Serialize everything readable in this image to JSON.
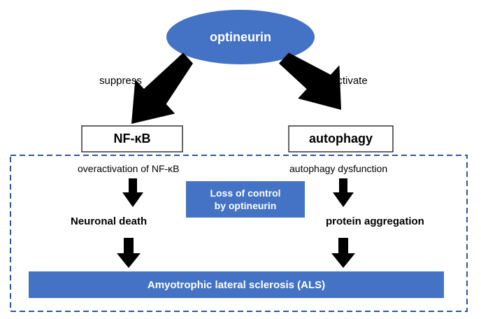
{
  "colors": {
    "accent_blue": "#4472c4",
    "dashed_border": "#2f5597",
    "arrow": "#000000",
    "box_border": "#000000"
  },
  "nodes": {
    "optineurin": "optineurin",
    "nfkb": "NF-κB",
    "autophagy": "autophagy",
    "loss_of_control": [
      "Loss of control",
      "by optineurin"
    ],
    "neuronal_death": "Neuronal death",
    "protein_aggregation": "protein aggregation",
    "als": "Amyotrophic lateral sclerosis (ALS)"
  },
  "edges": {
    "suppress": "suppress",
    "activate": "activate",
    "overactivation": "overactivation of NF-κB",
    "autophagy_dysfunction": "autophagy dysfunction"
  }
}
